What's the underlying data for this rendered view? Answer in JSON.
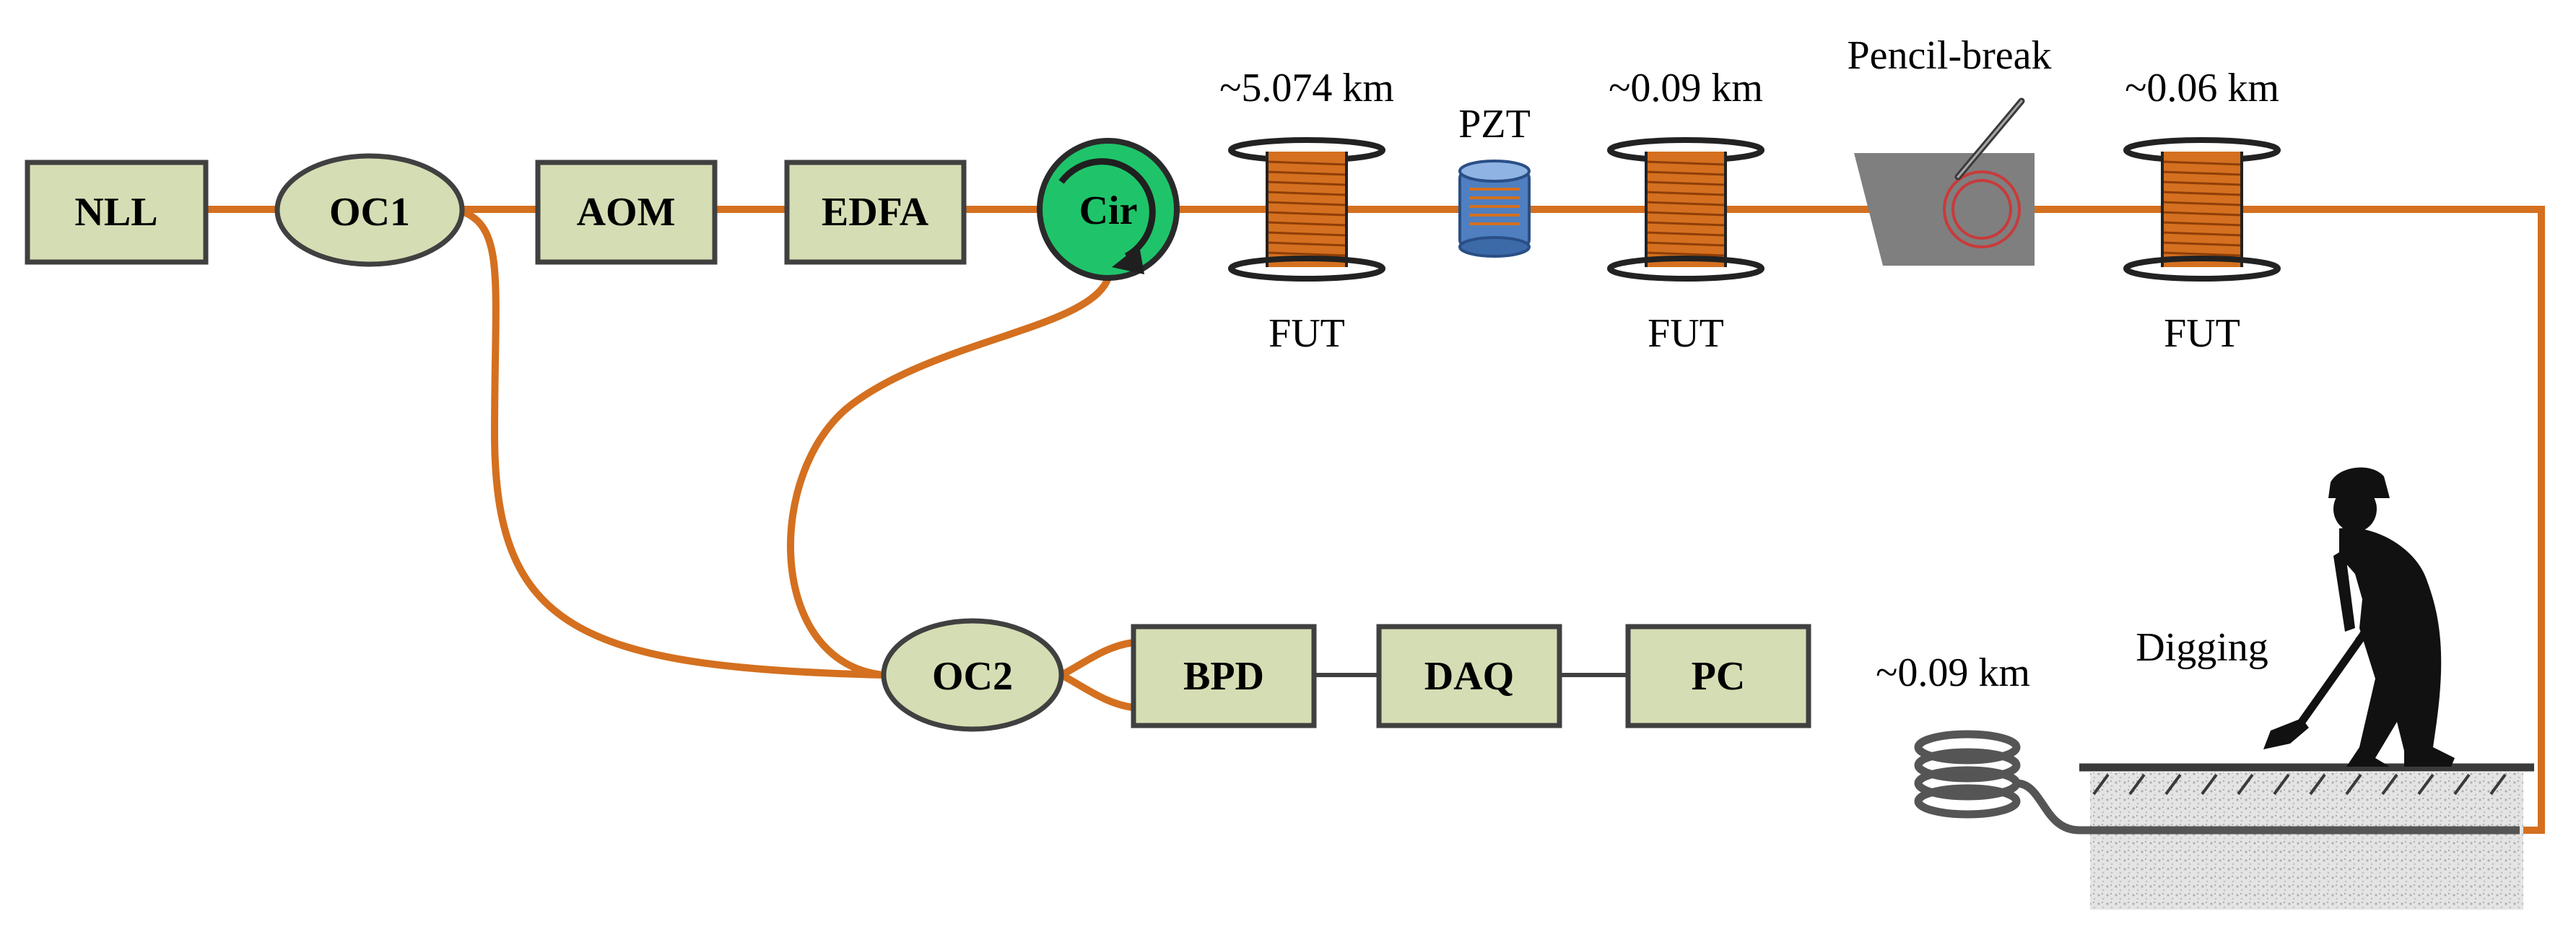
{
  "components": {
    "nll": "NLL",
    "oc1": "OC1",
    "aom": "AOM",
    "edfa": "EDFA",
    "cir": "Cir",
    "oc2": "OC2",
    "bpd": "BPD",
    "daq": "DAQ",
    "pc": "PC",
    "pzt": "PZT"
  },
  "fut": {
    "spool1_length": "~5.074 km",
    "spool2_length": "~0.09 km",
    "spool3_length": "~0.06 km",
    "label": "FUT"
  },
  "events": {
    "pencil_break": "Pencil-break",
    "digging": "Digging",
    "buried_length": "~0.09 km"
  },
  "colors": {
    "fiber": "#d4701f",
    "box_fill": "#d5ddb4",
    "circulator": "#1fc46a",
    "pzt": "#4f7fc0"
  }
}
